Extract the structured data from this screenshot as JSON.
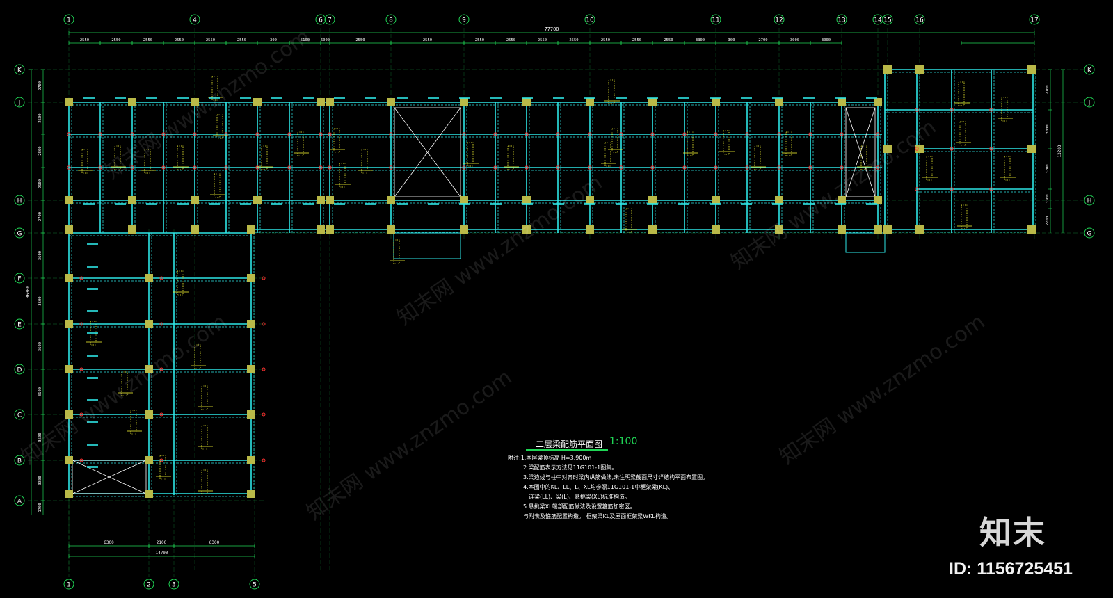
{
  "drawing": {
    "title": "二层梁配筋平面图",
    "scale": "1:100",
    "notes": [
      "附注:1.本层梁顶标高 H=3.900m",
      "2.梁配筋表示方法见11G101-1图集。",
      "3.梁边线与柱中对齐时梁内纵筋做法,未注明梁截面尺寸详结构平面布置图。",
      "4.本图中的KL、LL、L、XL均参照11G101-1中框架梁(KL)、",
      "连梁(LL)、梁(L)、悬挑梁(XL)标准构造。",
      "5.悬挑梁XL端部配筋做法及设置箍筋加密区。",
      "与附表及箍筋配置构造。    框架梁KL及屋面框架梁WKL构造。"
    ]
  },
  "grid_top": {
    "labels": [
      "1",
      "4",
      "6",
      "7",
      "8",
      "9",
      "10",
      "11",
      "12",
      "13",
      "14",
      "15",
      "16",
      "17"
    ],
    "overall_dim": "77700",
    "segment_dims": [
      "2550",
      "2550",
      "2550",
      "2550",
      "2550",
      "2550",
      "300",
      "5100",
      "6000",
      "2550",
      "2550",
      "2550",
      "2550",
      "2550",
      "2550",
      "2550",
      "2550",
      "2550",
      "3300",
      "300",
      "2700",
      "3000",
      "3000"
    ]
  },
  "grid_left": {
    "labels": [
      "K",
      "J",
      "H",
      "G",
      "F",
      "E",
      "D",
      "C",
      "B",
      "A"
    ],
    "segment_dims": [
      "2700",
      "2600",
      "2800",
      "2600",
      "2700",
      "3600",
      "3600",
      "3600",
      "3600",
      "3600",
      "3300",
      "1700"
    ],
    "overall_dim": "36300"
  },
  "grid_right": {
    "labels": [
      "K",
      "J",
      "H",
      "G"
    ],
    "segment_dims": [
      "2700",
      "3000",
      "3200",
      "3300",
      "2700"
    ],
    "overall_dim": "13200"
  },
  "grid_bottom": {
    "labels": [
      "1",
      "2",
      "3",
      "5"
    ],
    "segment_dims": [
      "6300",
      "2100",
      "6300"
    ],
    "overall_dim": "14700"
  },
  "watermark": {
    "logo": "知末",
    "id_text": "ID: 1156725451",
    "site": "知末网 www.znzmo.com"
  },
  "colors": {
    "background": "#000000",
    "grid_line": "#1fd655",
    "beam": "#2ee6e6",
    "column": "#b9b948",
    "annotation": "#ffff33",
    "rebar_mark": "#ff3030",
    "text": "#ffffff"
  }
}
